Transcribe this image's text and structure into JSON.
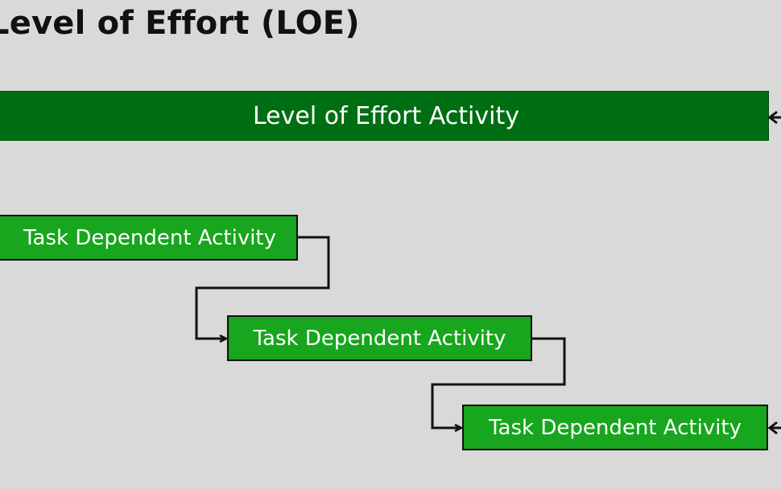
{
  "title": "Level of Effort (LOE)",
  "loe_activity": {
    "label": "Level of Effort Activity",
    "color": "#006e12"
  },
  "tasks": [
    {
      "label": "Task Dependent Activity"
    },
    {
      "label": "Task Dependent Activity"
    },
    {
      "label": "Task Dependent Activity"
    }
  ],
  "task_color": "#17a61d",
  "connector_color": "#111111"
}
